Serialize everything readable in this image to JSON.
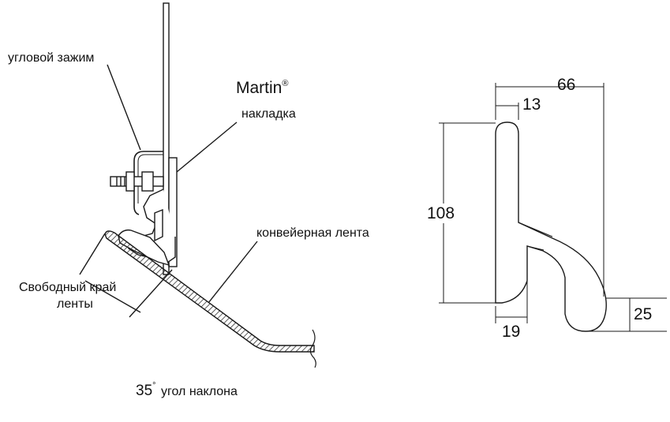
{
  "left_diagram": {
    "labels": {
      "corner_clamp": "угловой зажим",
      "brand": "Martin",
      "brand_mark": "®",
      "overlay": "накладка",
      "conveyor_belt": "конвейерная лента",
      "free_edge_line1": "Свободный край",
      "free_edge_line2": "ленты",
      "angle_value": "35",
      "angle_degree": "°",
      "angle_text": "угол наклона"
    }
  },
  "right_diagram": {
    "dimensions": {
      "overall_width": "66",
      "tip_width": "13",
      "height": "108",
      "base_width": "19",
      "lip_height": "25"
    }
  },
  "colors": {
    "line": "#1a1a1a",
    "fill": "#ffffff",
    "hatch": "#333333"
  }
}
